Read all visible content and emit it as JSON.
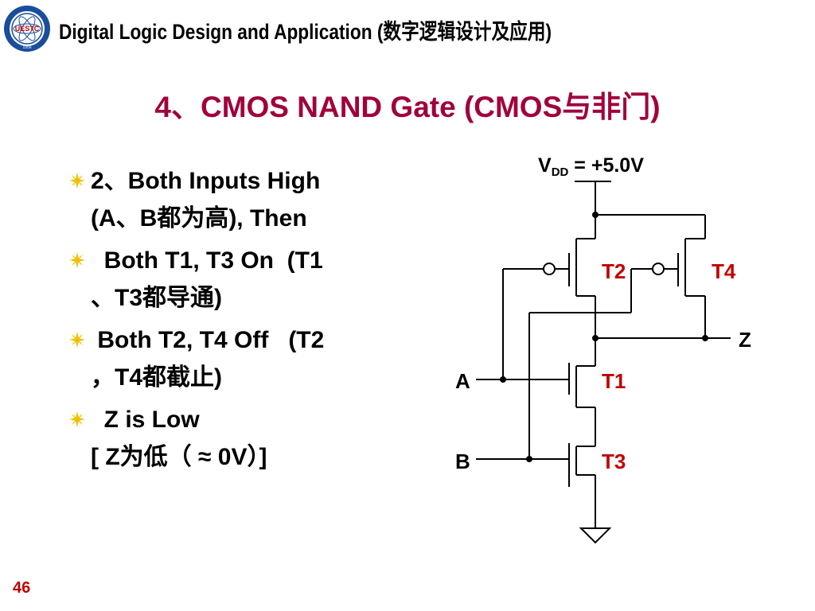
{
  "header": {
    "title": "Digital Logic Design and Application (数字逻辑设计及应用)",
    "logo_text": "UESTC",
    "logo_year": "1956"
  },
  "slide": {
    "title": "4、CMOS NAND Gate (CMOS与非门)"
  },
  "bullets": [
    {
      "lines": [
        "2、Both Inputs High",
        "(A、B都为高), Then"
      ]
    },
    {
      "lines": [
        "  Both T1, T3 On  (T1",
        "、T3都导通)"
      ]
    },
    {
      "lines": [
        " Both T2, T4 Off   (T2",
        "，T4都截止)"
      ]
    },
    {
      "lines": [
        "  Z is Low",
        "[ Z为低（ ≈ 0V）]"
      ]
    }
  ],
  "circuit": {
    "vdd_label": "V",
    "vdd_sub": "DD",
    "vdd_value": " = +5.0V",
    "input_a": "A",
    "input_b": "B",
    "output_z": "Z",
    "transistors": [
      "T2",
      "T4",
      "T1",
      "T3"
    ],
    "transistor_label_color": "#c00000"
  },
  "page_number": "46",
  "colors": {
    "title": "#a0003b",
    "page_number": "#c00000",
    "bullet": "#f0c000"
  }
}
